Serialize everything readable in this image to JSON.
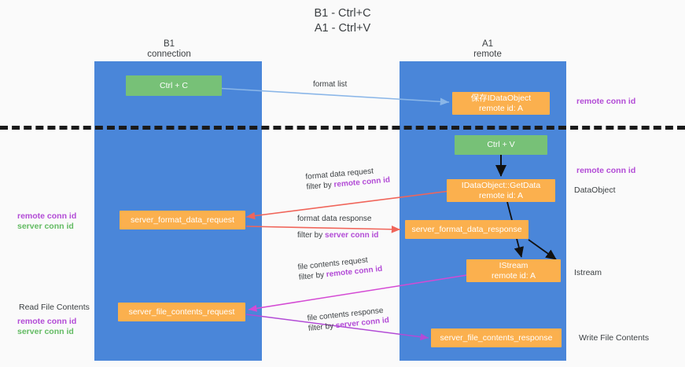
{
  "title": {
    "line1": "B1 - Ctrl+C",
    "line2": "A1 - Ctrl+V"
  },
  "columns": [
    {
      "name": "B1",
      "role": "connection"
    },
    {
      "name": "A1",
      "role": "remote"
    }
  ],
  "nodes": {
    "ctrl_c": {
      "label": "Ctrl + C"
    },
    "dataobject_store": {
      "line1": "保存IDataObject",
      "line2": "remote id: A"
    },
    "ctrl_v": {
      "label": "Ctrl + V"
    },
    "getdata": {
      "line1": "IDataObject::GetData",
      "line2": "remote id: A"
    },
    "server_format_data_request": {
      "label": "server_format_data_request"
    },
    "server_format_data_response": {
      "label": "server_format_data_response"
    },
    "istream": {
      "line1": "IStream",
      "line2": "remote id: A"
    },
    "server_file_contents_request": {
      "label": "server_file_contents_request"
    },
    "server_file_contents_response": {
      "label": "server_file_contents_response"
    }
  },
  "edges": {
    "format_list": {
      "label": "format list"
    },
    "format_data_request": {
      "label": "format data request",
      "filter_prefix": "filter by ",
      "filter_key": "remote conn id"
    },
    "format_data_response": {
      "label": "format data response",
      "filter_prefix": "filter by ",
      "filter_key": "server conn id"
    },
    "file_contents_request": {
      "label": "file contents request",
      "filter_prefix": "filter by ",
      "filter_key": "remote conn id"
    },
    "file_contents_response": {
      "label": "file contents response",
      "filter_prefix": "filter by ",
      "filter_key": "server conn id"
    }
  },
  "annotations": {
    "right_remote_conn_id_top": "remote conn id",
    "right_remote_conn_id_mid": "remote conn id",
    "right_dataobject": "DataObject",
    "right_istream": "Istream",
    "right_write_file_contents": "Write File Contents",
    "left_read_file_contents": "Read File Contents",
    "left_keys_mid": {
      "remote": "remote conn id",
      "server": "server conn id"
    },
    "left_keys_bottom": {
      "remote": "remote conn id",
      "server": "server conn id"
    }
  },
  "colors": {
    "lane": "#4a86d9",
    "green_node": "#77c177",
    "orange_node": "#fbb04e",
    "purple_text": "#b24bd6",
    "green_text": "#63bb63",
    "arrow_blue": "#8ab6e8",
    "arrow_red": "#f0655a",
    "arrow_magenta": "#d44ad4",
    "arrow_purple": "#b24bd6",
    "arrow_black": "#111111",
    "divider": "#1a1a1a",
    "background": "#fafafa"
  }
}
